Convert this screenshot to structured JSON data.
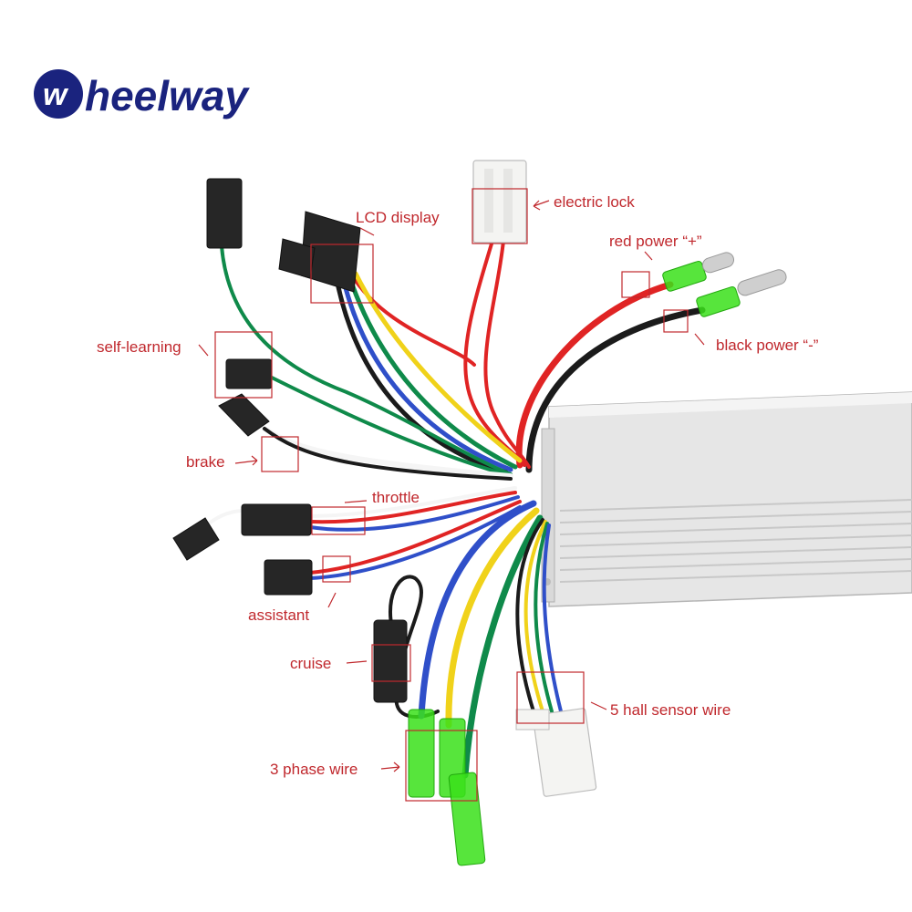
{
  "brand": {
    "mark_letter": "w",
    "text": "heelway"
  },
  "labels": {
    "lcd_display": "LCD display",
    "electric_lock": "electric lock",
    "red_power": "red power “+”",
    "black_power": "black power “-”",
    "self_learning": "self-learning",
    "brake": "brake",
    "throttle": "throttle",
    "assistant": "assistant",
    "cruise": "cruise",
    "hall_sensor": "5 hall sensor wire",
    "phase_wire": "3 phase wire"
  },
  "colors": {
    "label": "#c0282d",
    "brand": "#1a237e",
    "wire_red": "#e02424",
    "wire_black": "#1b1b1b",
    "wire_green": "#0f8a4a",
    "wire_yellow": "#f0d21a",
    "wire_blue": "#2f4fc9",
    "wire_white": "#f5f5f5",
    "phase_tube": "#39e01a"
  }
}
